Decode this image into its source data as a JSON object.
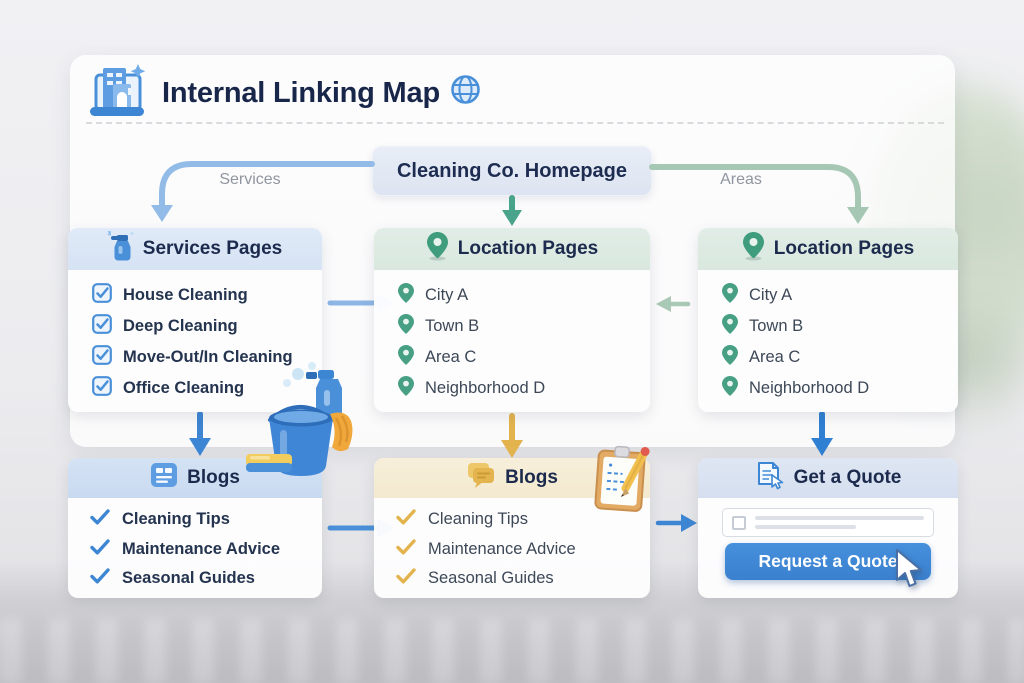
{
  "header": {
    "title": "Internal Linking Map"
  },
  "homepage": {
    "label": "Cleaning Co. Homepage"
  },
  "edges": {
    "services_label": "Services",
    "areas_label": "Areas"
  },
  "boxes": {
    "services": {
      "title": "Services Pages",
      "items": [
        "House Cleaning",
        "Deep Cleaning",
        "Move-Out/In Cleaning",
        "Office Cleaning"
      ]
    },
    "locations_center": {
      "title": "Location Pages",
      "items": [
        "City A",
        "Town B",
        "Area C",
        "Neighborhood D"
      ]
    },
    "locations_right": {
      "title": "Location Pages",
      "items": [
        "City A",
        "Town B",
        "Area C",
        "Neighborhood D"
      ]
    },
    "blogs_left": {
      "title": "Blogs",
      "items": [
        "Cleaning Tips",
        "Maintenance Advice",
        "Seasonal Guides"
      ]
    },
    "blogs_center": {
      "title": "Blogs",
      "items": [
        "Cleaning Tips",
        "Maintenance Advice",
        "Seasonal Guides"
      ]
    },
    "quote": {
      "title": "Get a Quote",
      "button_label": "Request a Quote"
    }
  },
  "icons": {
    "title_icon": "building-laptop-icon",
    "title_suffix_icon": "globe-icon",
    "services_header_icon": "spray-bottle-icon",
    "services_item_icon": "checkbox-icon",
    "locations_header_icon": "map-pin-icon",
    "locations_item_icon": "map-pin-icon",
    "blogs_left_header_icon": "article-icon",
    "blogs_center_header_icon": "chat-bubbles-icon",
    "blogs_item_icon": "checkmark-icon",
    "quote_header_icon": "quote-form-icon",
    "decorations": [
      "bucket-sponge-icon",
      "spray-bottle-3d-icon",
      "clipboard-pencil-icon",
      "mouse-cursor-icon"
    ]
  },
  "colors": {
    "blue_accent": "#3d86d4",
    "light_blue_arrow": "#93bbe8",
    "green_accent": "#46a185",
    "light_green_arrow": "#a6c7b3",
    "yellow_accent": "#e3b44e",
    "navy_text": "#1c2b4d",
    "gray_label": "#8f96a0"
  }
}
